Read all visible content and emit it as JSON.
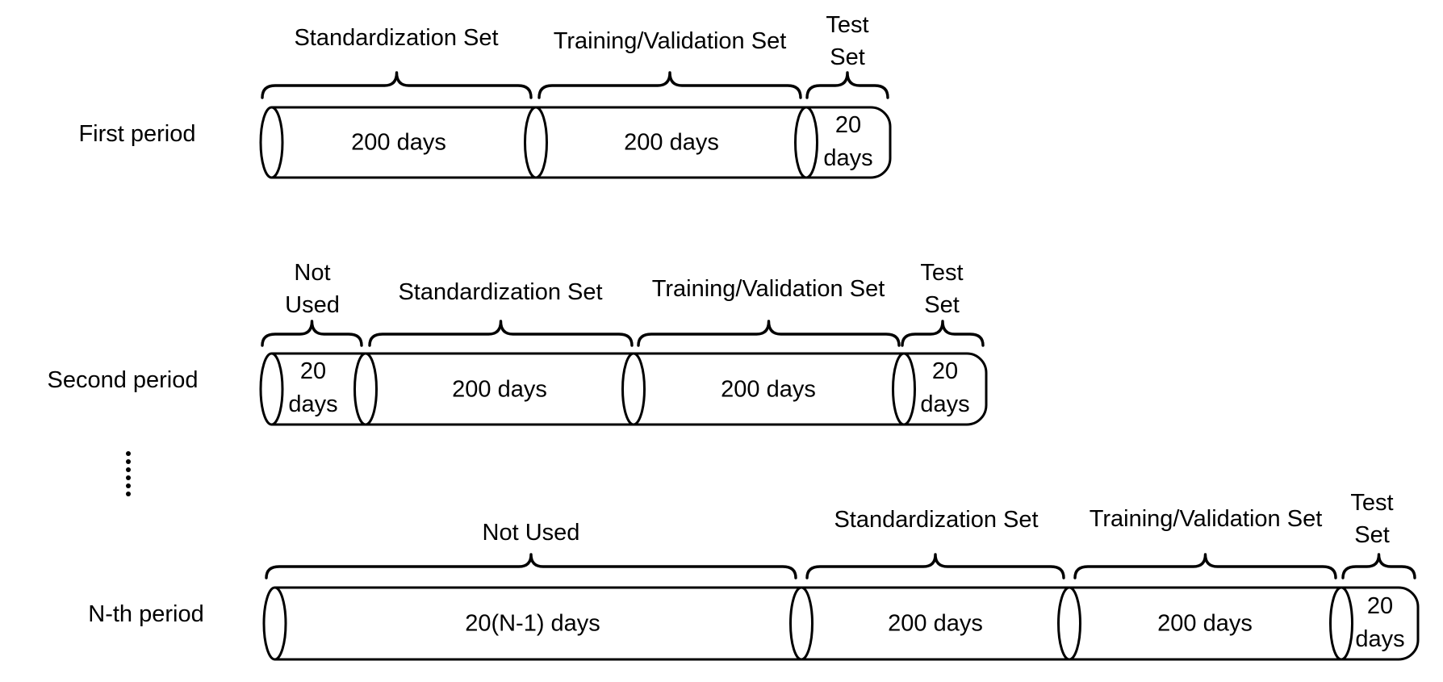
{
  "diagram": {
    "description": "Rolling-window data split diagram with three periods",
    "stroke_color": "#000000",
    "background_color": "#ffffff",
    "rows": [
      {
        "label": "First period",
        "segments": [
          {
            "set": "Standardization Set",
            "duration": "200 days"
          },
          {
            "set": "Training/Validation Set",
            "duration": "200 days"
          },
          {
            "set": "Test Set",
            "duration": "20 days"
          }
        ]
      },
      {
        "label": "Second period",
        "segments": [
          {
            "set": "Not Used",
            "duration": "20 days"
          },
          {
            "set": "Standardization Set",
            "duration": "200 days"
          },
          {
            "set": "Training/Validation Set",
            "duration": "200 days"
          },
          {
            "set": "Test Set",
            "duration": "20 days"
          }
        ]
      },
      {
        "label": "N-th period",
        "segments": [
          {
            "set": "Not Used",
            "duration": "20(N-1) days"
          },
          {
            "set": "Standardization Set",
            "duration": "200 days"
          },
          {
            "set": "Training/Validation Set",
            "duration": "200 days"
          },
          {
            "set": "Test Set",
            "duration": "20 days"
          }
        ]
      }
    ],
    "ellipsis": "vertical dots between Second period and N-th period"
  }
}
